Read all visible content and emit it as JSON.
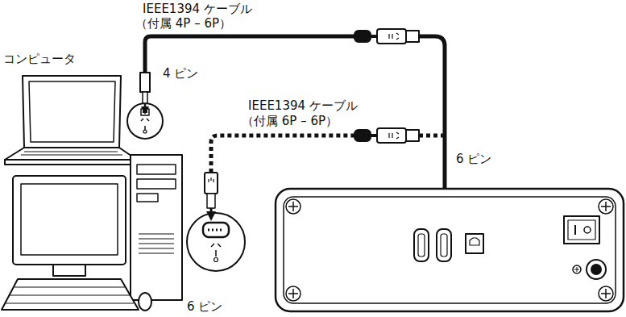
{
  "diagram": {
    "labels": [
      "IEEE1394 ケーブル",
      "（付属 4P – 6P）",
      "コンピュータ",
      "4 ピン",
      "IEEE1394 ケーブル",
      "（付属 6P – 6P）",
      "6 ピン",
      "6 ピン"
    ]
  }
}
